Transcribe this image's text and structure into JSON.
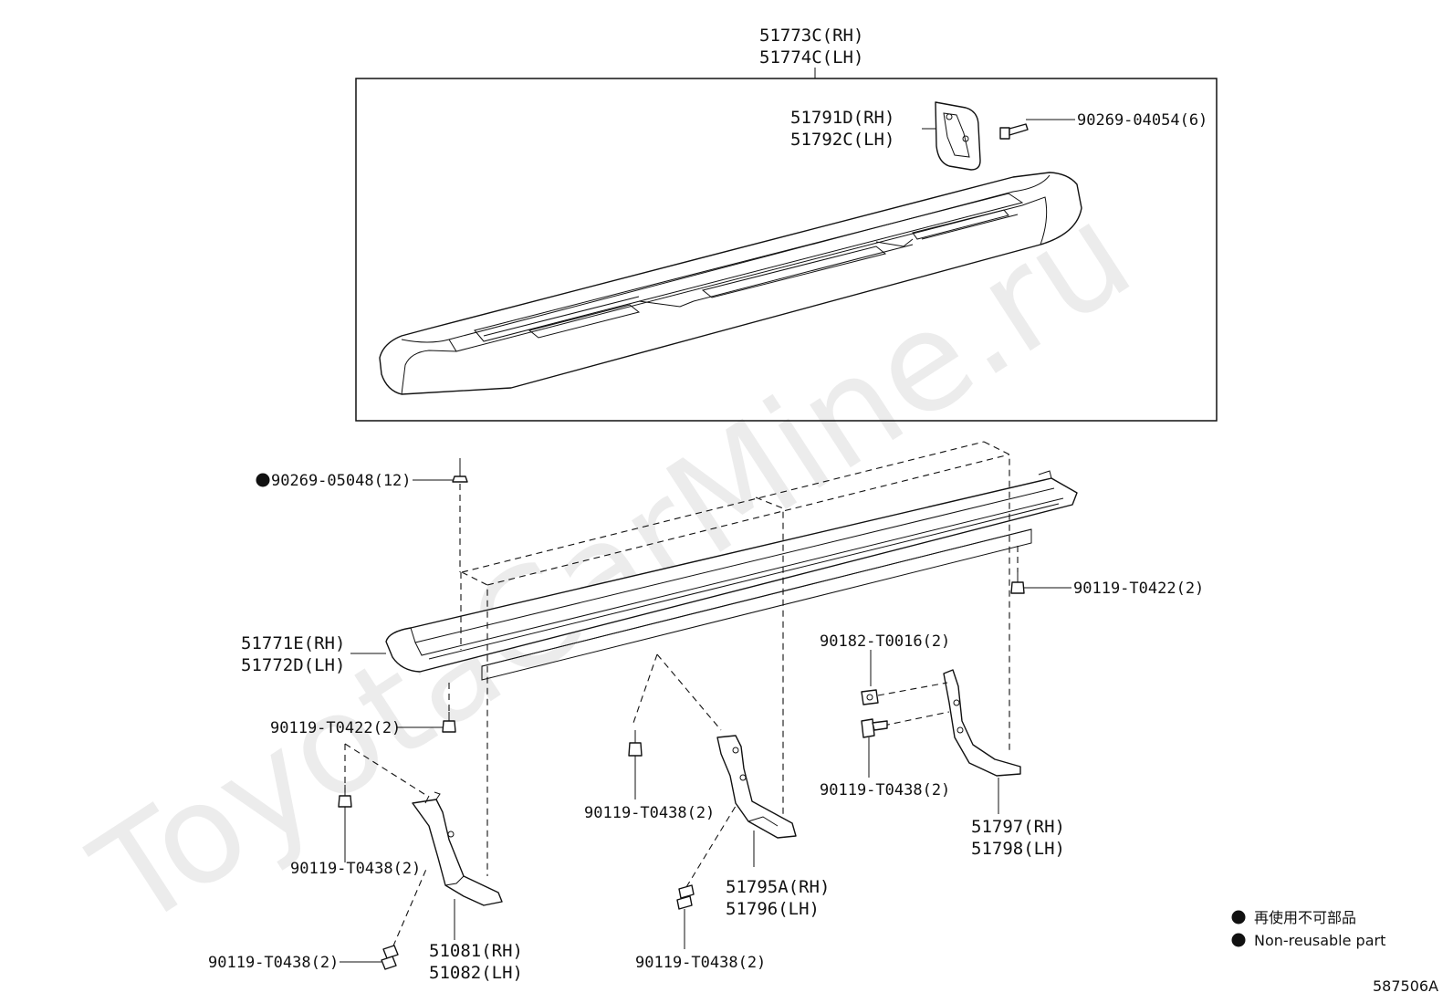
{
  "watermark": "ToyotaCarMine.ru",
  "diagram_id": "587506A",
  "assembly": {
    "step_rh": "51773C(RH)",
    "step_lh": "51774C(LH)",
    "guard_rh": "51791D(RH)",
    "guard_lh": "51792C(LH)",
    "screw": "90269-04054(6)"
  },
  "rail": {
    "rh": "51771E(RH)",
    "lh": "51772D(LH)",
    "rivet": "90269-05048(12)",
    "bolt_right": "90119-T0422(2)",
    "bolt_left": "90119-T0422(2)"
  },
  "brackets": {
    "nut": "90182-T0016(2)",
    "bolt_rear_bracket": "90119-T0438(2)",
    "rear_rh": "51797(RH)",
    "rear_lh": "51798(LH)",
    "center_bolt_upper": "90119-T0438(2)",
    "center_bolt_lower": "90119-T0438(2)",
    "center_rh": "51795A(RH)",
    "center_lh": "51796(LH)",
    "front_bolt_upper": "90119-T0438(2)",
    "front_bolt_lower": "90119-T0438(2)",
    "front_rh": "51081(RH)",
    "front_lh": "51082(LH)"
  },
  "legend": {
    "jp": "再使用不可部品",
    "en": "Non-reusable part"
  }
}
